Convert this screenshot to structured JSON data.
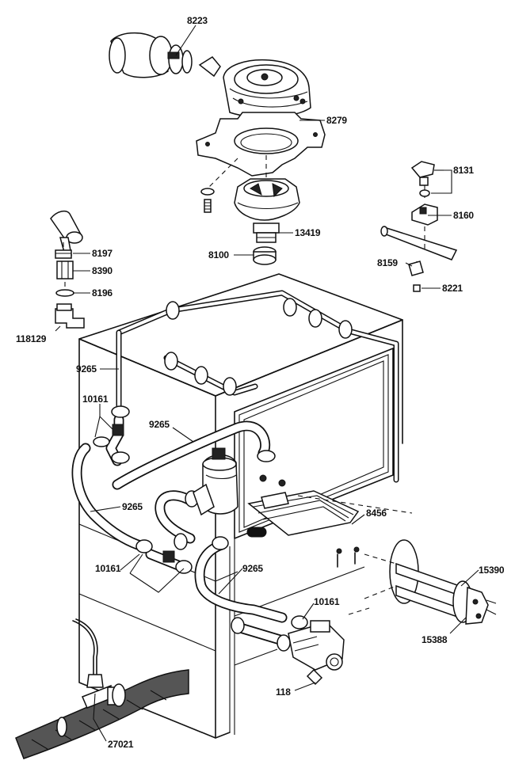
{
  "callouts": {
    "p8223": "8223",
    "p8279": "8279",
    "p8131": "8131",
    "p8160": "8160",
    "p13419": "13419",
    "p8100": "8100",
    "p8197": "8197",
    "p8390": "8390",
    "p8196": "8196",
    "p118129": "118129",
    "p8159": "8159",
    "p8221": "8221",
    "p9265_a": "9265",
    "p10161_a": "10161",
    "p9265_b": "9265",
    "p9265_c": "9265",
    "p8456": "8456",
    "p15390": "15390",
    "p10161_b": "10161",
    "p9265_d": "9265",
    "p10161_c": "10161",
    "p15388": "15388",
    "p118": "118",
    "p27021": "27021"
  }
}
